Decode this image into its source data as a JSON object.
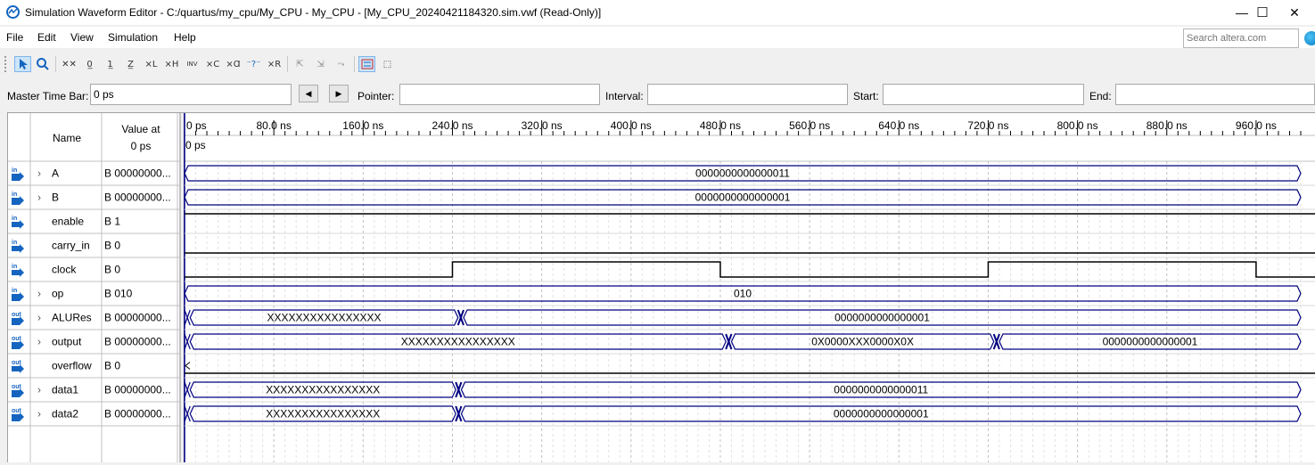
{
  "window": {
    "title": "Simulation Waveform Editor - C:/quartus/my_cpu/My_CPU - My_CPU - [My_CPU_20240421184320.sim.vwf (Read-Only)]",
    "minimize": "—",
    "maximize": "☐",
    "close": "✕"
  },
  "menu": [
    "File",
    "Edit",
    "View",
    "Simulation",
    "Help"
  ],
  "search": {
    "placeholder": "Search altera.com"
  },
  "timebar": {
    "master_label": "Master Time Bar:",
    "master_value": "0 ps",
    "pointer_label": "Pointer:",
    "pointer_value": "",
    "interval_label": "Interval:",
    "interval_value": "",
    "start_label": "Start:",
    "start_value": "",
    "end_label": "End:",
    "end_value": ""
  },
  "columns": {
    "name": "Name",
    "value_line1": "Value at",
    "value_line2": "0 ps"
  },
  "time_axis": {
    "ticks": [
      "0 ps",
      "80.0 ns",
      "160.0 ns",
      "240.0 ns",
      "320.0 ns",
      "400.0 ns",
      "480.0 ns",
      "560.0 ns",
      "640.0 ns",
      "720.0 ns",
      "800.0 ns",
      "880.0 ns",
      "960.0 ns"
    ],
    "cursor_label": "0 ps",
    "tick_step_ns": 80,
    "range_ns": [
      0,
      1000
    ]
  },
  "signals": [
    {
      "name": "A",
      "value": "B 00000000...",
      "dir": "in",
      "bus": true,
      "segments": [
        {
          "start": 0,
          "end": 1000,
          "label": "0000000000000011"
        }
      ]
    },
    {
      "name": "B",
      "value": "B 00000000...",
      "dir": "in",
      "bus": true,
      "segments": [
        {
          "start": 0,
          "end": 1000,
          "label": "0000000000000001"
        }
      ]
    },
    {
      "name": "enable",
      "value": "B 1",
      "dir": "in",
      "bus": false,
      "levels": [
        {
          "t": 0,
          "v": 1
        }
      ]
    },
    {
      "name": "carry_in",
      "value": "B 0",
      "dir": "in",
      "bus": false,
      "levels": [
        {
          "t": 0,
          "v": 0
        }
      ]
    },
    {
      "name": "clock",
      "value": "B 0",
      "dir": "in",
      "bus": false,
      "levels": [
        {
          "t": 0,
          "v": 0
        },
        {
          "t": 240,
          "v": 1
        },
        {
          "t": 480,
          "v": 0
        },
        {
          "t": 720,
          "v": 1
        },
        {
          "t": 960,
          "v": 0
        }
      ]
    },
    {
      "name": "op",
      "value": "B 010",
      "dir": "in",
      "bus": true,
      "segments": [
        {
          "start": 0,
          "end": 1000,
          "label": "010"
        }
      ]
    },
    {
      "name": "ALURes",
      "value": "B 00000000...",
      "dir": "out",
      "bus": true,
      "segments": [
        {
          "start": 5,
          "end": 245,
          "label": "XXXXXXXXXXXXXXXX"
        },
        {
          "start": 250,
          "end": 1000,
          "label": "0000000000000001"
        }
      ]
    },
    {
      "name": "output",
      "value": "B 00000000...",
      "dir": "out",
      "bus": true,
      "segments": [
        {
          "start": 5,
          "end": 485,
          "label": "XXXXXXXXXXXXXXXX"
        },
        {
          "start": 490,
          "end": 725,
          "label": "0X0000XXX0000X0X"
        },
        {
          "start": 730,
          "end": 1000,
          "label": "0000000000000001"
        }
      ]
    },
    {
      "name": "overflow",
      "value": "B 0",
      "dir": "out",
      "bus": false,
      "levels": [
        {
          "t": 0,
          "v": 0
        }
      ]
    },
    {
      "name": "data1",
      "value": "B 00000000...",
      "dir": "out",
      "bus": true,
      "segments": [
        {
          "start": 5,
          "end": 243,
          "label": "XXXXXXXXXXXXXXXX"
        },
        {
          "start": 248,
          "end": 1000,
          "label": "0000000000000011"
        }
      ]
    },
    {
      "name": "data2",
      "value": "B 00000000...",
      "dir": "out",
      "bus": true,
      "segments": [
        {
          "start": 5,
          "end": 243,
          "label": "XXXXXXXXXXXXXXXX"
        },
        {
          "start": 248,
          "end": 1000,
          "label": "0000000000000001"
        }
      ]
    }
  ],
  "colors": {
    "wave": "#000080",
    "level": "#000000",
    "grid": "#c0c0c0",
    "selected_tool": "#cce4f7"
  }
}
